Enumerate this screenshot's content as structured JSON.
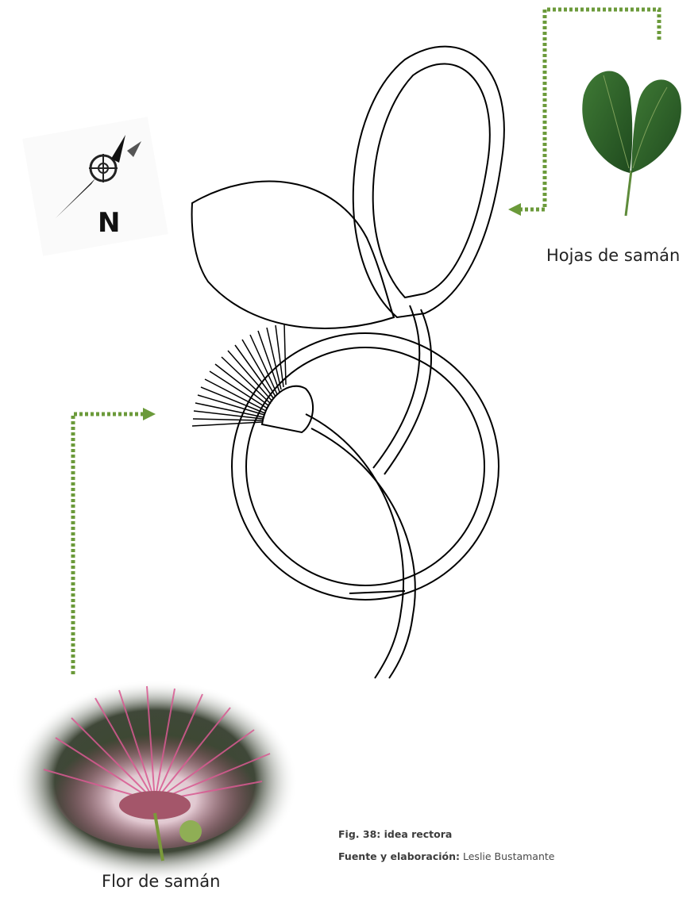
{
  "compass": {
    "letter": "N"
  },
  "leaves_label": "Hojas de samán",
  "flower_label": "Flor de samán",
  "caption": {
    "figure_title": "Fig. 38: idea rectora",
    "source_prefix": "Fuente y elaboración:",
    "source_author": "Leslie Bustamante"
  },
  "colors": {
    "connector": "#6b9a3a",
    "line": "#000000",
    "leaf_green": "#2f5e2a",
    "flower_pink": "#c4407a"
  }
}
